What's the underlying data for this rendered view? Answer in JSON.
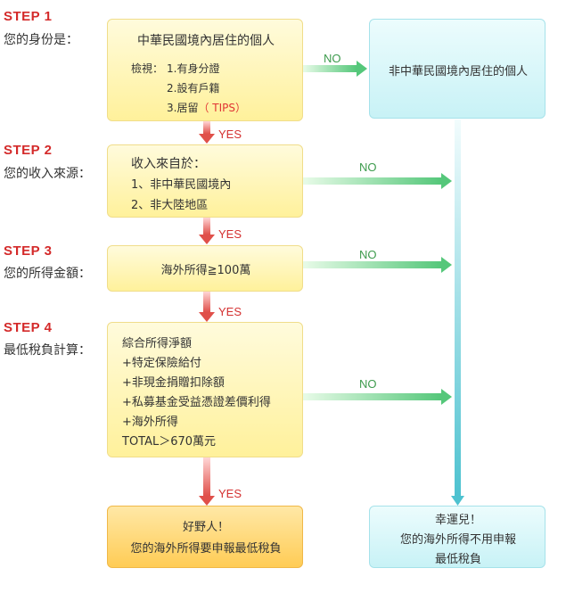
{
  "steps": [
    {
      "title": "STEP 1",
      "subtitle": "您的身份是："
    },
    {
      "title": "STEP 2",
      "subtitle": "您的收入來源："
    },
    {
      "title": "STEP 3",
      "subtitle": "您的所得金額："
    },
    {
      "title": "STEP 4",
      "subtitle": "最低稅負計算："
    }
  ],
  "box1": {
    "title": "中華民國境內居住的個人",
    "check_label": "檢視：",
    "item1": "1.有身分證",
    "item2": "2.設有戶籍",
    "item3_prefix": "3.居留",
    "item3_link": "（ TIPS）"
  },
  "box2": {
    "line1": "收入來自於：",
    "line2": "1、非中華民國境內",
    "line3": "2、非大陸地區"
  },
  "box3": {
    "text": "海外所得≧100萬"
  },
  "box4": {
    "line1": "綜合所得淨額",
    "line2": "+特定保險給付",
    "line3": "+非現金捐贈扣除額",
    "line4": "+私募基金受益憑證差價利得",
    "line5": "+海外所得",
    "line6": "TOTAL＞670萬元"
  },
  "result_bad": {
    "line1": "好野人！",
    "line2": "您的海外所得要申報最低稅負"
  },
  "non_resident": {
    "text": "非中華民國境內居住的個人"
  },
  "result_good": {
    "line1": "幸運兒！",
    "line2": "您的海外所得不用申報",
    "line3": "最低稅負"
  },
  "labels": {
    "yes": "YES",
    "no": "NO"
  },
  "colors": {
    "step_red": "#d42a2a",
    "yes_arrow": "#e0504a",
    "no_arrow": "#55c77a",
    "cyan": "#5dc8d4"
  }
}
